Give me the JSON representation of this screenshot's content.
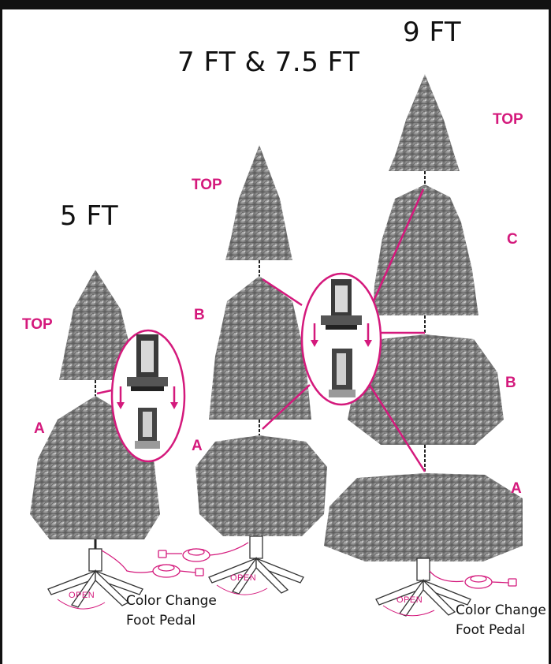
{
  "heights": {
    "five_ft": "5 FT",
    "seven_ft": "7 FT & 7.5 FT",
    "nine_ft": "9 FT"
  },
  "sections": {
    "top": "TOP",
    "a": "A",
    "b": "B",
    "c": "C"
  },
  "stand": {
    "open": "OPEN"
  },
  "pedal": {
    "line1": "Color Change",
    "line2": "Foot Pedal"
  },
  "colors": {
    "accent": "#d4197c",
    "foliage": "#8a8a8a",
    "ink": "#111111"
  }
}
